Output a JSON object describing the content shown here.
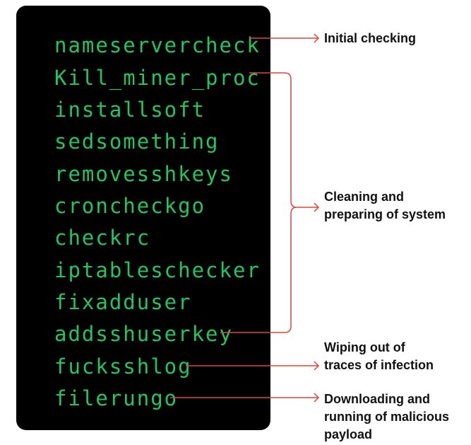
{
  "commands": [
    "nameservercheck",
    "Kill_miner_proc",
    "installsoft",
    "sedsomething",
    "removesshkeys",
    "croncheckgo",
    "checkrc",
    "iptableschecker",
    "fixadduser",
    "addsshuserkey",
    "fucksshlog",
    "filerungo"
  ],
  "stages": [
    {
      "lines": [
        "Initial checking"
      ]
    },
    {
      "lines": [
        "Cleaning and",
        "preparing of system"
      ]
    },
    {
      "lines": [
        "Wiping out of",
        "traces of infection"
      ]
    },
    {
      "lines": [
        "Downloading and",
        "running of malicious",
        "payload"
      ]
    }
  ],
  "colors": {
    "terminal_bg": "#000000",
    "command_text": "#22c55e",
    "arrow": "#e0453a",
    "label_text": "#111111"
  }
}
